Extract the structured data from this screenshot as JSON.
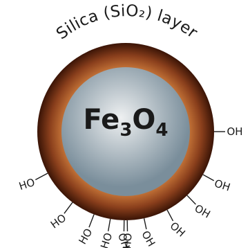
{
  "shell_label": "Silica (SiO₂) layer",
  "core_formula": {
    "fe": "Fe",
    "fe_sub": "3",
    "o": "O",
    "o_sub": "4"
  },
  "groups": {
    "left": [
      "HO",
      "HO",
      "HO",
      "HO",
      "HO"
    ],
    "right": [
      "OH",
      "OH",
      "OH",
      "OH",
      "OH",
      "OH"
    ]
  },
  "colors": {
    "shell_outer": "#3a1406",
    "shell_mid": "#8a3f1c",
    "shell_inner": "#c9783a",
    "core_center": "#eef0f1",
    "core_edge": "#7a8e9b",
    "line": "#1a1a1a"
  }
}
